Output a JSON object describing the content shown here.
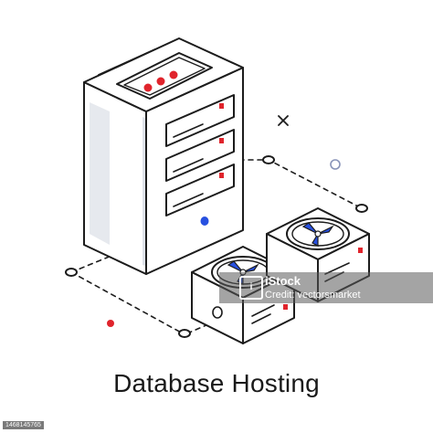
{
  "title": "Database Hosting",
  "watermark": {
    "brand": "iStock",
    "credit": "Credit: vectorsmarket"
  },
  "stock_id": "1468145765",
  "colors": {
    "outline": "#1c1c1c",
    "accent_red": "#e0242c",
    "accent_blue": "#2750e0",
    "shade": "#e6e9ee"
  },
  "icons": [
    "server-tower-icon",
    "cooling-fan-icon",
    "close-icon",
    "circle-icon",
    "red-dot-icon"
  ]
}
